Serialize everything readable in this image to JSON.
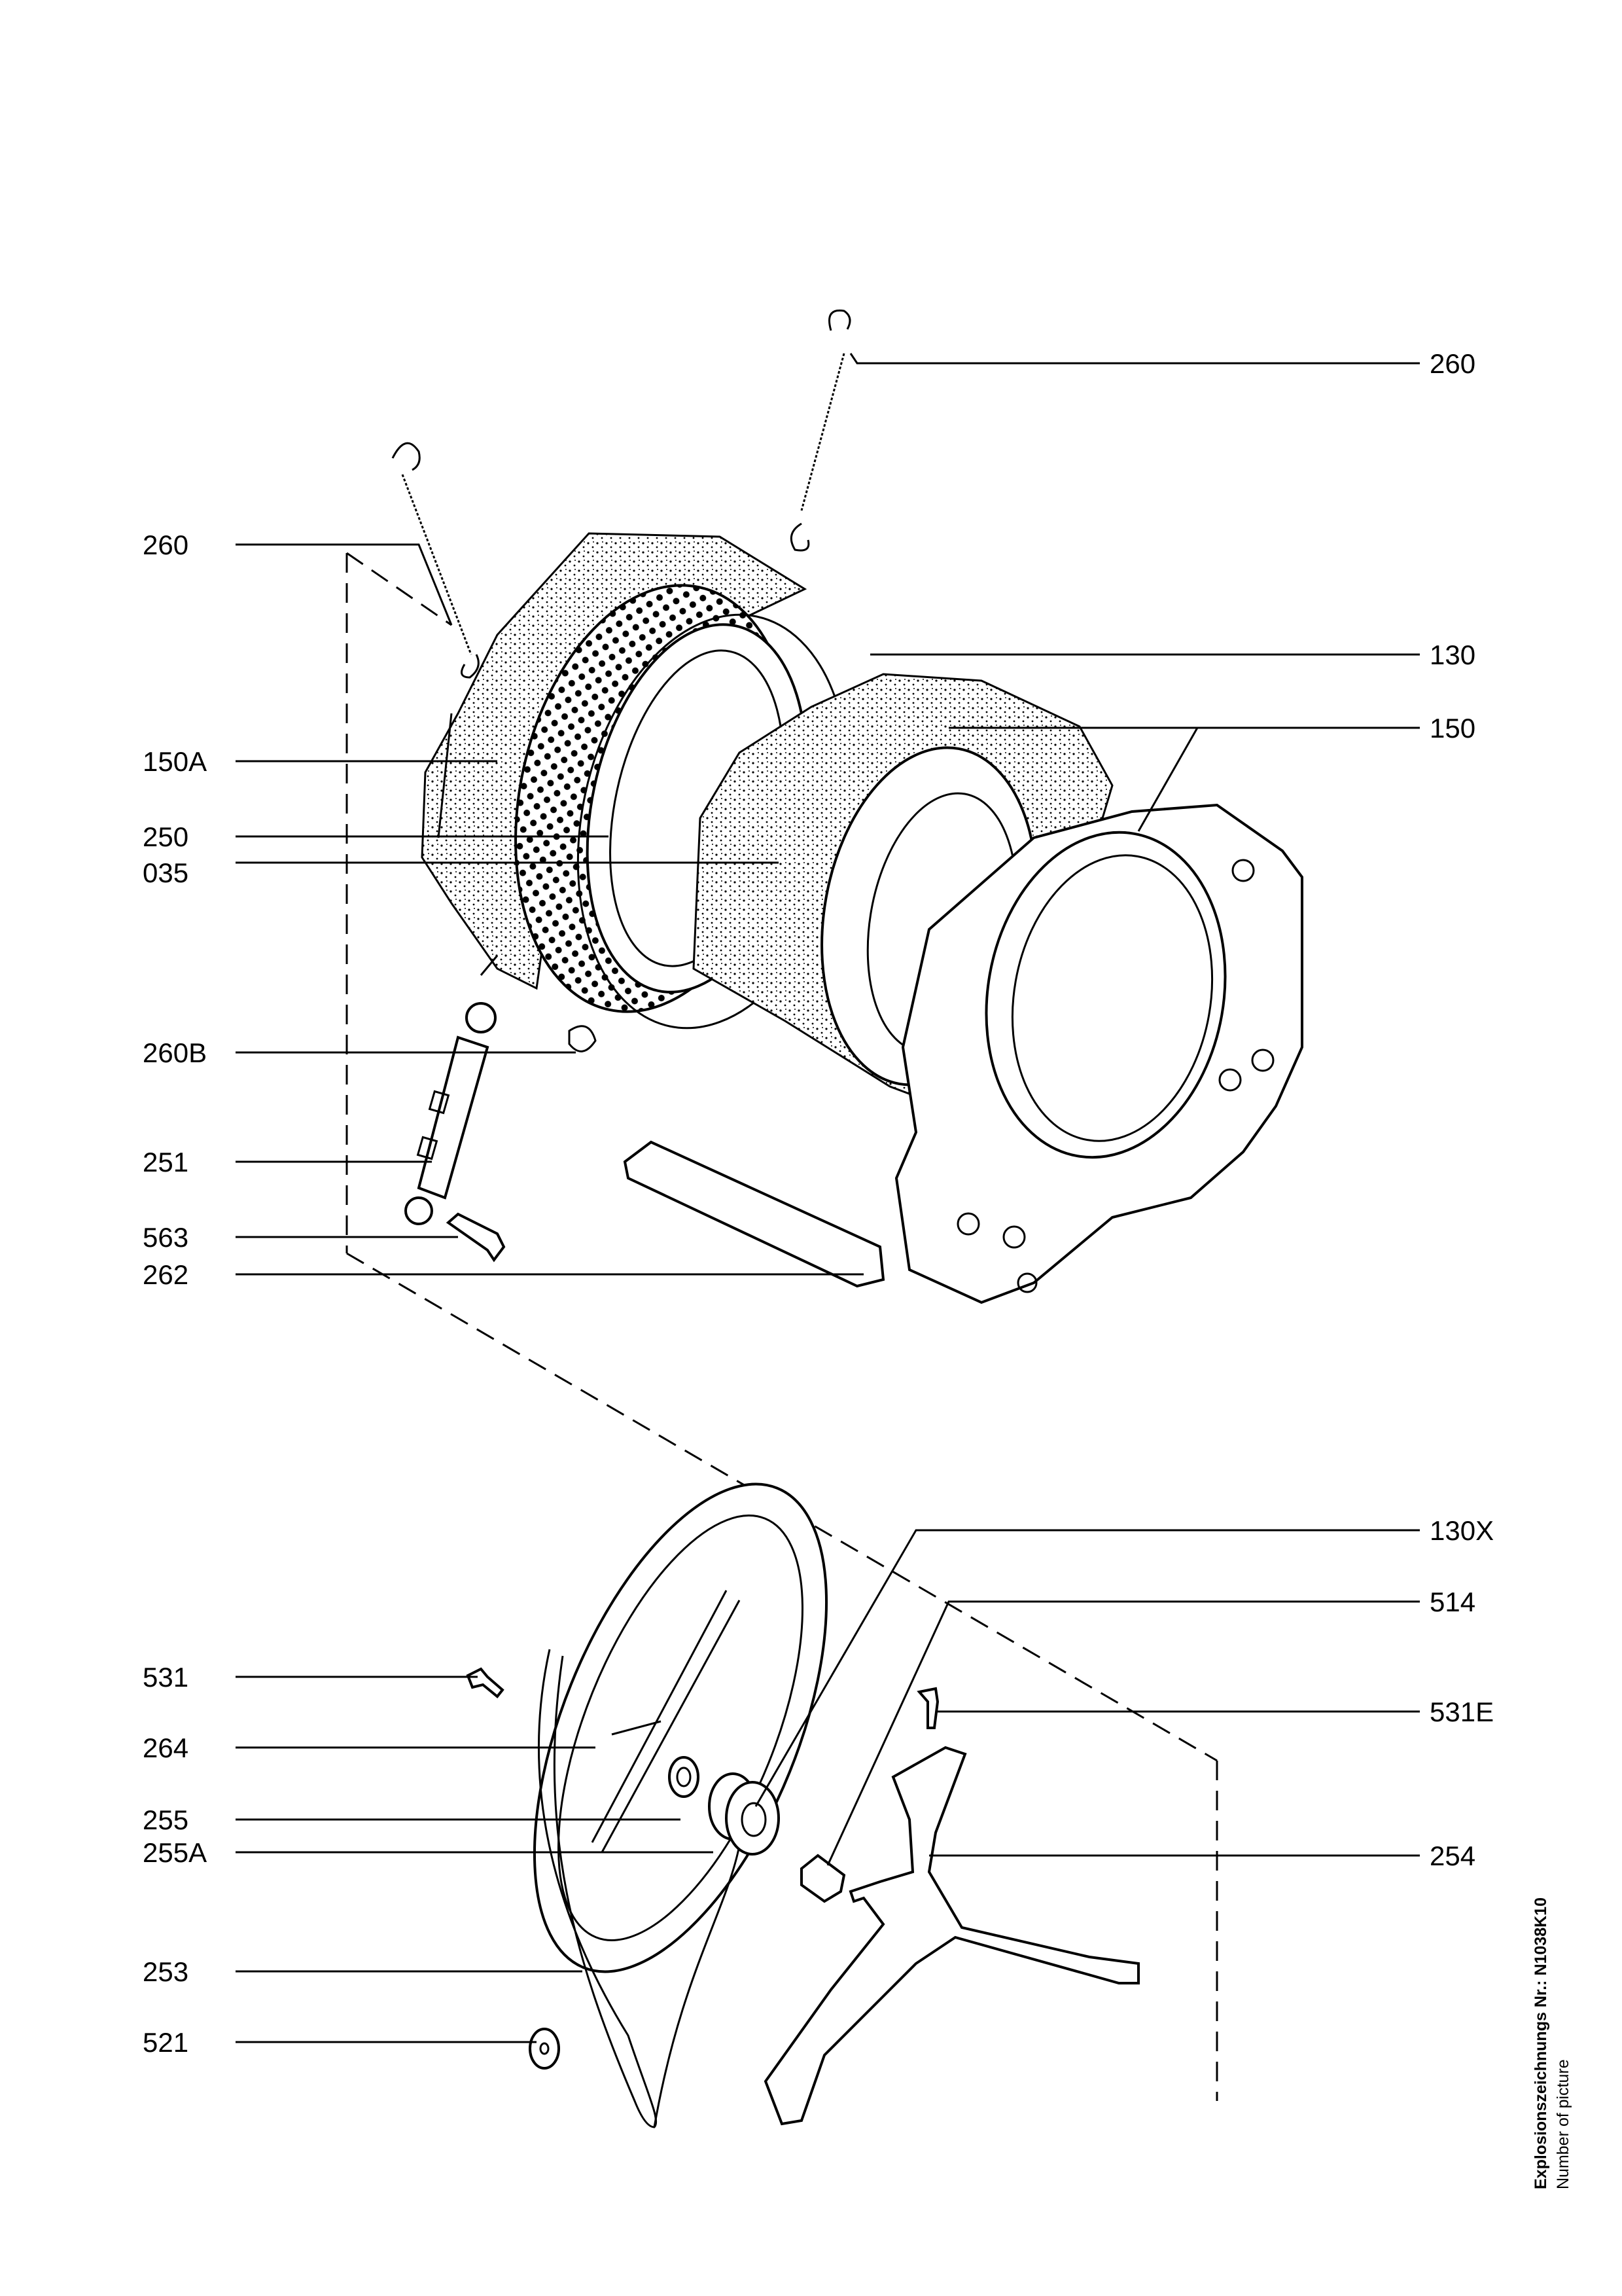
{
  "callouts_left": [
    {
      "id": "260_l",
      "label": "260"
    },
    {
      "id": "150A",
      "label": "150A"
    },
    {
      "id": "250",
      "label": "250"
    },
    {
      "id": "035",
      "label": "035"
    },
    {
      "id": "260B",
      "label": "260B"
    },
    {
      "id": "251",
      "label": "251"
    },
    {
      "id": "563",
      "label": "563"
    },
    {
      "id": "262",
      "label": "262"
    },
    {
      "id": "531",
      "label": "531"
    },
    {
      "id": "264",
      "label": "264"
    },
    {
      "id": "255",
      "label": "255"
    },
    {
      "id": "255A",
      "label": "255A"
    },
    {
      "id": "253",
      "label": "253"
    },
    {
      "id": "521",
      "label": "521"
    }
  ],
  "callouts_right": [
    {
      "id": "260_r",
      "label": "260"
    },
    {
      "id": "130",
      "label": "130"
    },
    {
      "id": "150",
      "label": "150"
    },
    {
      "id": "130X",
      "label": "130X"
    },
    {
      "id": "514",
      "label": "514"
    },
    {
      "id": "531E",
      "label": "531E"
    },
    {
      "id": "254",
      "label": "254"
    }
  ],
  "footer": {
    "drawing_number_label": "Explosionszeichnungs Nr.: N1038K10",
    "caption": "Number of picture"
  }
}
